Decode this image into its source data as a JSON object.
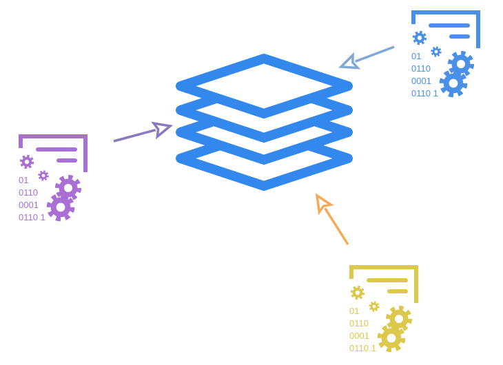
{
  "colors": {
    "stack": "#3388ee",
    "doc_blue": "#4a90e6",
    "doc_purple": "#a96fd4",
    "doc_yellow": "#dcc84a",
    "arrow_purple": "#8a78c0",
    "arrow_blue": "#7ea8d8",
    "arrow_orange": "#f5ab55"
  },
  "documents": [
    {
      "name": "blue",
      "lines": [
        "01",
        "0110",
        "0001",
        "0110 1"
      ]
    },
    {
      "name": "purple",
      "lines": [
        "01",
        "0110",
        "0001",
        "0110 1"
      ]
    },
    {
      "name": "yellow",
      "lines": [
        "01",
        "0110",
        "0001",
        "0110 1"
      ]
    }
  ]
}
